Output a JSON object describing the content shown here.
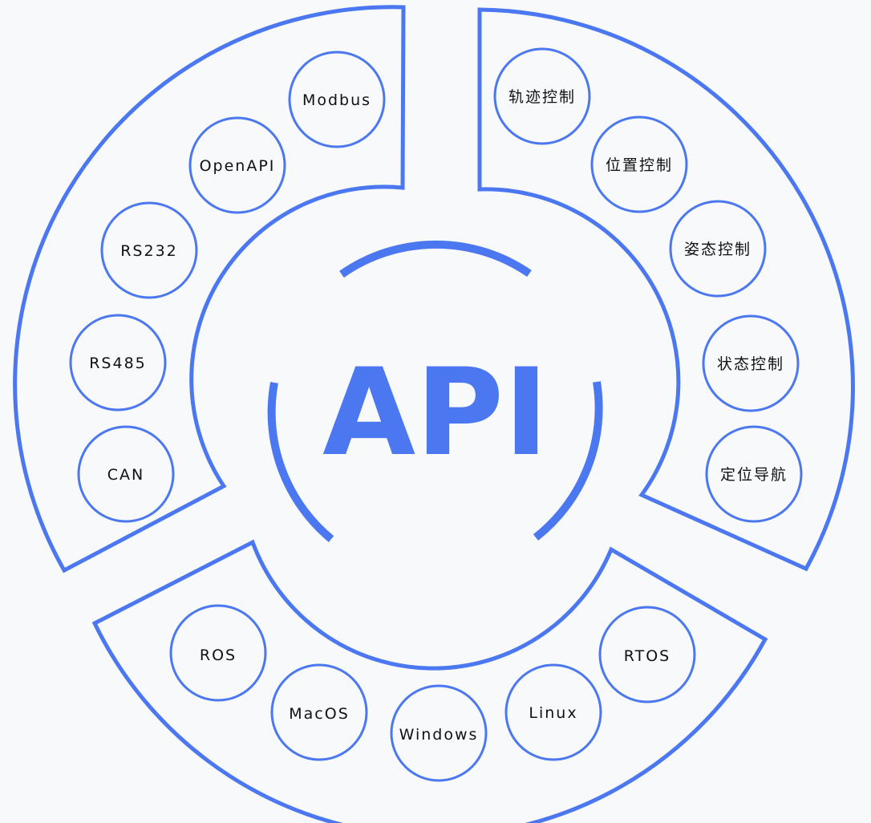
{
  "center": {
    "title": "API"
  },
  "groups": {
    "interfaces": {
      "nodes": [
        {
          "label": "Modbus"
        },
        {
          "label": "OpenAPI"
        },
        {
          "label": "RS232"
        },
        {
          "label": "RS485"
        },
        {
          "label": "CAN"
        }
      ]
    },
    "controls": {
      "nodes": [
        {
          "label": "轨迹控制"
        },
        {
          "label": "位置控制"
        },
        {
          "label": "姿态控制"
        },
        {
          "label": "状态控制"
        },
        {
          "label": "定位导航"
        }
      ]
    },
    "systems": {
      "nodes": [
        {
          "label": "ROS"
        },
        {
          "label": "MacOS"
        },
        {
          "label": "Windows"
        },
        {
          "label": "Linux"
        },
        {
          "label": "RTOS"
        }
      ]
    }
  },
  "colors": {
    "accent": "#4b78f0",
    "background": "#f8f9fb",
    "text": "#111111"
  }
}
